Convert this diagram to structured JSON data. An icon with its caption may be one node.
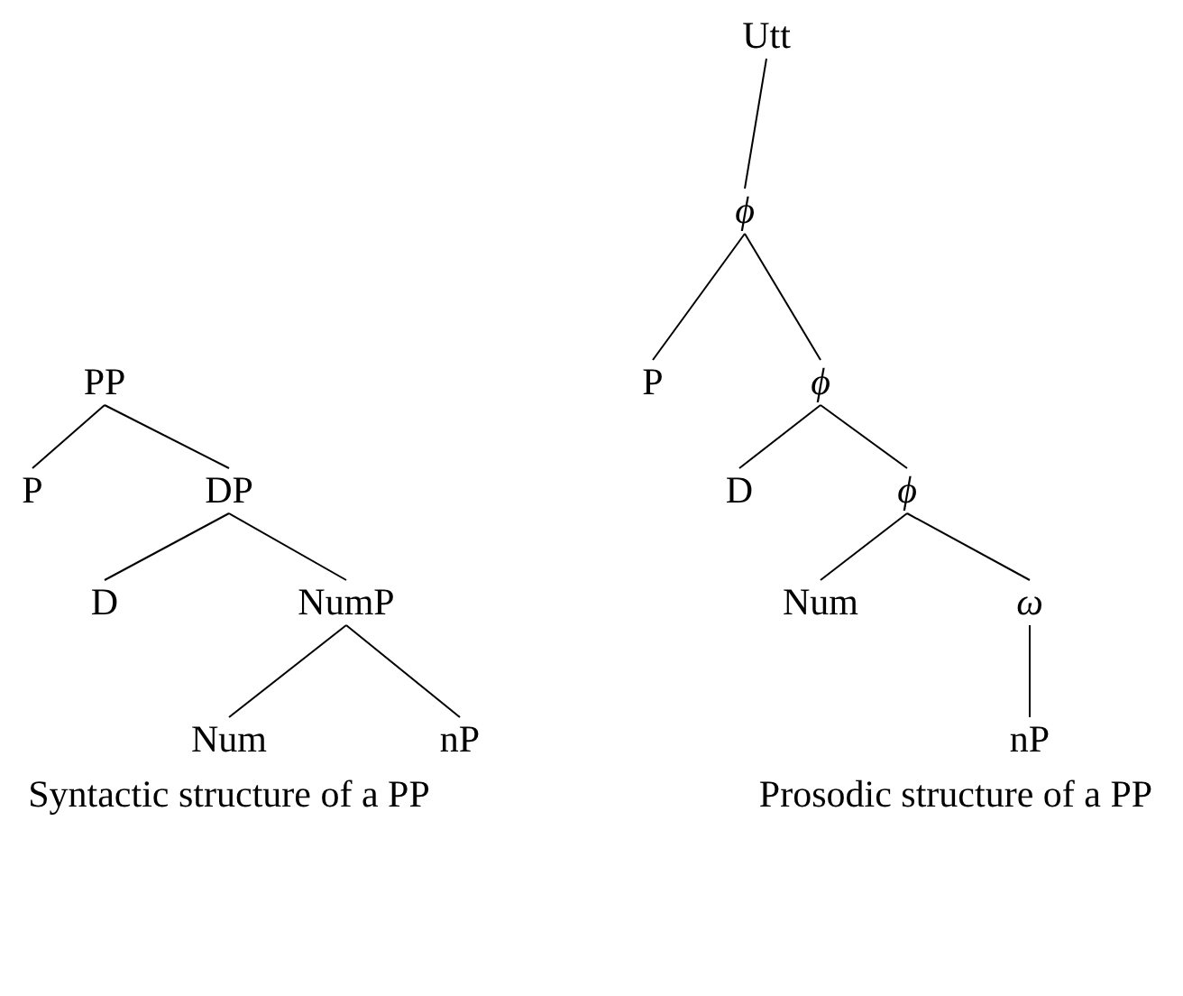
{
  "diagram": {
    "nodes": [
      {
        "text": [
          "PP"
        ]
      },
      {
        "text": [
          "P"
        ]
      },
      {
        "text": [
          "DP"
        ]
      },
      {
        "text": [
          "D"
        ]
      },
      {
        "text": [
          "NumP"
        ]
      },
      {
        "text": [
          "Num"
        ]
      },
      {
        "text": [
          "nP"
        ]
      },
      {
        "text": [
          "Utt"
        ]
      },
      {
        "text": [
          "ϕ"
        ]
      },
      {
        "text": [
          "P"
        ]
      },
      {
        "text": [
          "ϕ"
        ]
      },
      {
        "text": [
          "D"
        ]
      },
      {
        "text": [
          "ϕ"
        ]
      },
      {
        "text": [
          "Num"
        ]
      },
      {
        "text": [
          "ω"
        ]
      },
      {
        "text": [
          "nP"
        ]
      }
    ],
    "edges": [
      {
        "from": 0,
        "to": 1,
        "arrow": "none"
      },
      {
        "from": 0,
        "to": 2,
        "arrow": "none"
      },
      {
        "from": 2,
        "to": 3,
        "arrow": "none"
      },
      {
        "from": 2,
        "to": 4,
        "arrow": "none"
      },
      {
        "from": 4,
        "to": 5,
        "arrow": "none"
      },
      {
        "from": 4,
        "to": 6,
        "arrow": "none"
      },
      {
        "from": 7,
        "to": 8,
        "arrow": "none"
      },
      {
        "from": 8,
        "to": 9,
        "arrow": "none"
      },
      {
        "from": 8,
        "to": 10,
        "arrow": "none"
      },
      {
        "from": 10,
        "to": 11,
        "arrow": "none"
      },
      {
        "from": 10,
        "to": 12,
        "arrow": "none"
      },
      {
        "from": 12,
        "to": 13,
        "arrow": "none"
      },
      {
        "from": 12,
        "to": 14,
        "arrow": "none"
      },
      {
        "from": 14,
        "to": 15,
        "arrow": "none"
      }
    ],
    "labels": [
      "Syntactic structure of a PP",
      "Prosodic structure of a PP"
    ]
  }
}
